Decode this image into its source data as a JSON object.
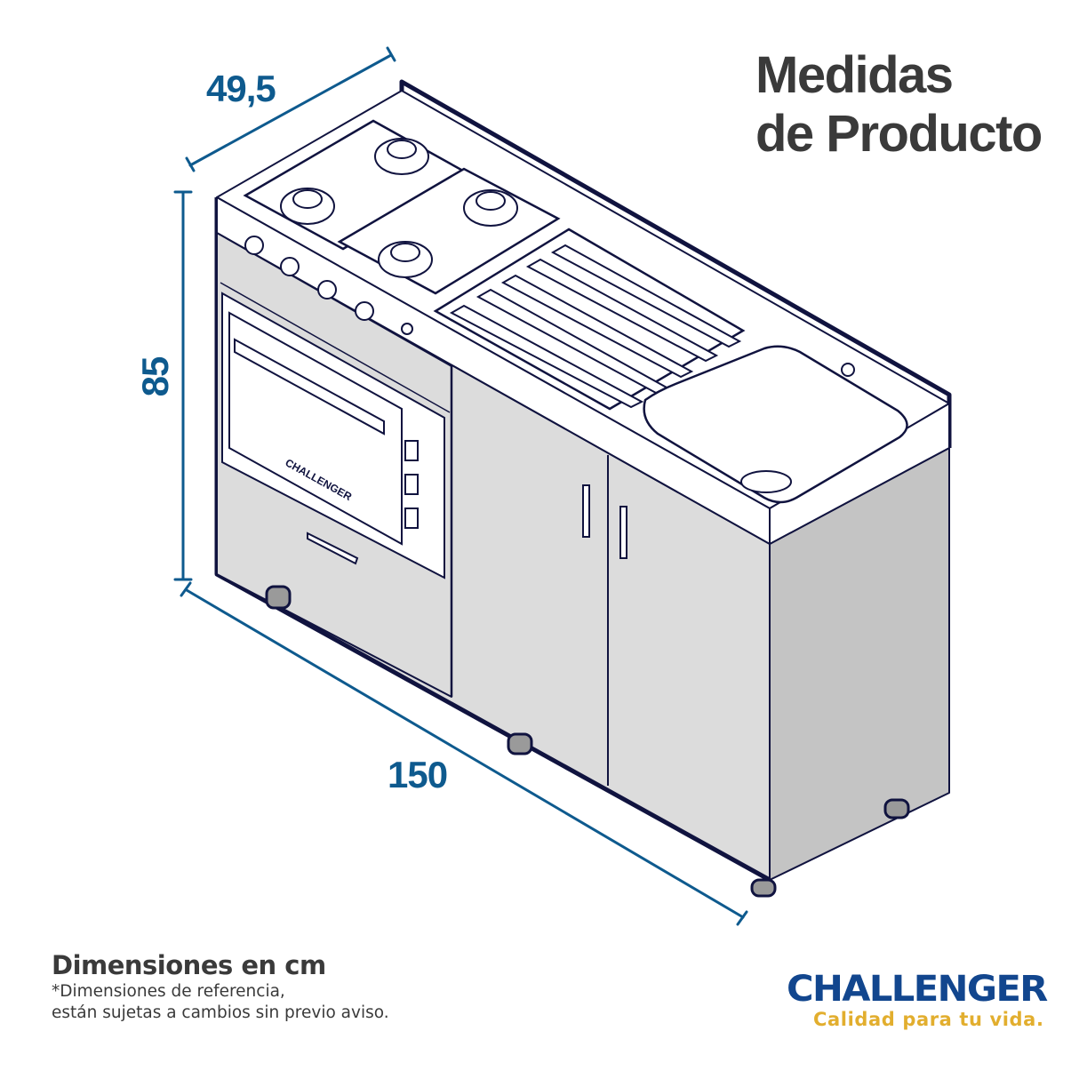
{
  "header": {
    "title_line1": "Medidas",
    "title_line2": "de Producto"
  },
  "dimensions": {
    "depth": "49,5",
    "height": "85",
    "width": "150",
    "unit_label": "Dimensiones en cm",
    "note_line1": "*Dimensiones de referencia,",
    "note_line2": "están sujetas a cambios sin previo aviso."
  },
  "product": {
    "type": "kitchen-unit-with-stove-oven-and-sink",
    "burners": 4,
    "knobs": 4,
    "oven_brand_text": "CHALLENGER",
    "door_count": 2,
    "drainer_ribs": 5
  },
  "brand": {
    "name": "CHALLENGER",
    "slogan": "Calidad para tu vida."
  },
  "colors": {
    "dimension_blue": "#0e5a8e",
    "outline_navy": "#10133f",
    "panel_gray": "#dcdcdc",
    "side_gray": "#c4c4c4",
    "title_gray": "#3a3a3a",
    "brand_blue": "#12468e",
    "brand_gold": "#e2ae2e"
  }
}
